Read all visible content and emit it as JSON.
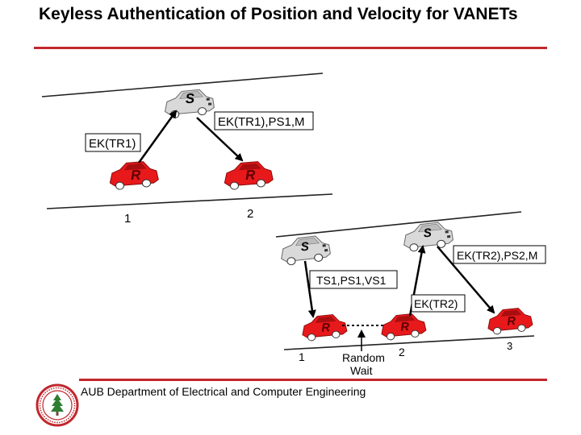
{
  "slide": {
    "title": "Keyless Authentication of Position and Velocity for VANETs",
    "footer": "AUB Department of Electrical and Computer Engineering"
  },
  "top_scenario": {
    "sender_label": "S",
    "receiver_label": "R",
    "msg_broadcast": "EK(TR1),PS1,M",
    "msg_request": "EK(TR1)",
    "position_labels": [
      "1",
      "2"
    ]
  },
  "bottom_scenario": {
    "sender_label": "S",
    "receiver_label": "R",
    "msg_first": "TS1,PS1,VS1",
    "msg_request": "EK(TR2)",
    "msg_broadcast": "EK(TR2),PS2,M",
    "position_labels": [
      "1",
      "2",
      "3"
    ],
    "wait_label_1": "Random",
    "wait_label_2": "Wait"
  },
  "colors": {
    "accent_rule": "#c1272d",
    "receiver_car": "#e8191b",
    "sender_car": "#d9d9d9"
  },
  "icons": [
    "sender-car-icon",
    "receiver-car-icon",
    "aub-logo-icon"
  ]
}
